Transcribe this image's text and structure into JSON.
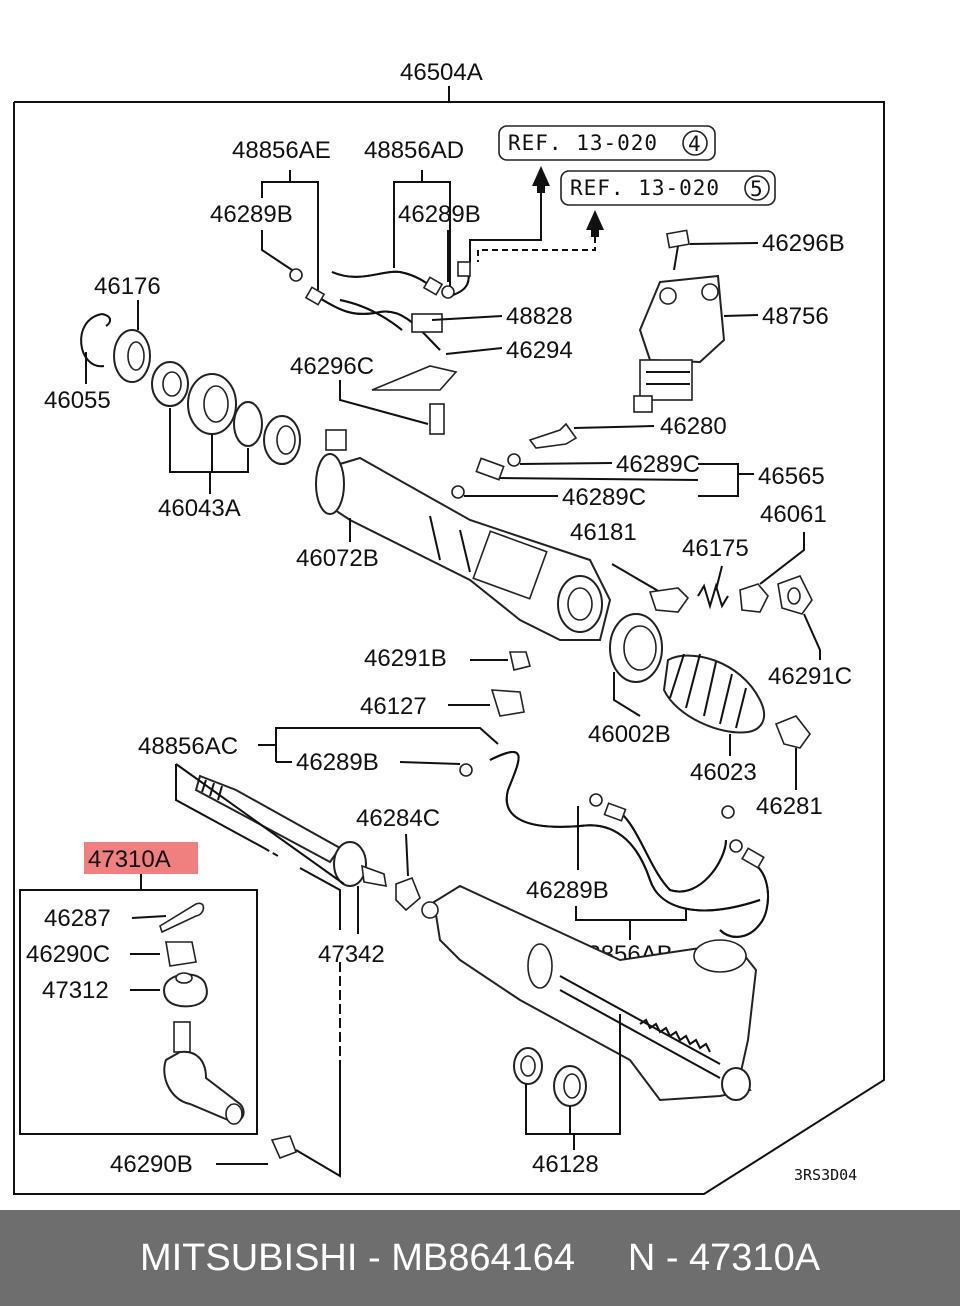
{
  "labels": {
    "l46504A": "46504A",
    "l48856AE": "48856AE",
    "l48856AD": "48856AD",
    "l46289B_a": "46289B",
    "l46289B_b": "46289B",
    "l46296B": "46296B",
    "l48756": "48756",
    "l46176": "46176",
    "l48828": "48828",
    "l46294": "46294",
    "l46296C": "46296C",
    "l46055": "46055",
    "l46280": "46280",
    "l46289C_a": "46289C",
    "l46289C_b": "46289C",
    "l46565": "46565",
    "l46043A": "46043A",
    "l46181": "46181",
    "l46061": "46061",
    "l46175": "46175",
    "l46072B": "46072B",
    "l46291B": "46291B",
    "l46291C": "46291C",
    "l46127": "46127",
    "l46002B": "46002B",
    "l48856AC": "48856AC",
    "l46289B_c": "46289B",
    "l46023": "46023",
    "l46281": "46281",
    "l46284C": "46284C",
    "l47310A": "47310A",
    "l46287": "46287",
    "l46289B_d": "46289B",
    "l46290C": "46290C",
    "l47342": "47342",
    "l48856AB": "48856AB",
    "l47312": "47312",
    "l46290B": "46290B",
    "l46128": "46128"
  },
  "refs": {
    "ref1_text": "REF. 13-020",
    "ref1_num": "4",
    "ref2_text": "REF. 13-020",
    "ref2_num": "5"
  },
  "diagram_code": "3RS3D04",
  "highlight_color": "#f08080",
  "footer": {
    "brand": "MITSUBISHI",
    "separator": " - ",
    "part_number": "MB864164",
    "gap": "     ",
    "position_prefix": "N - ",
    "position": "47310A"
  }
}
